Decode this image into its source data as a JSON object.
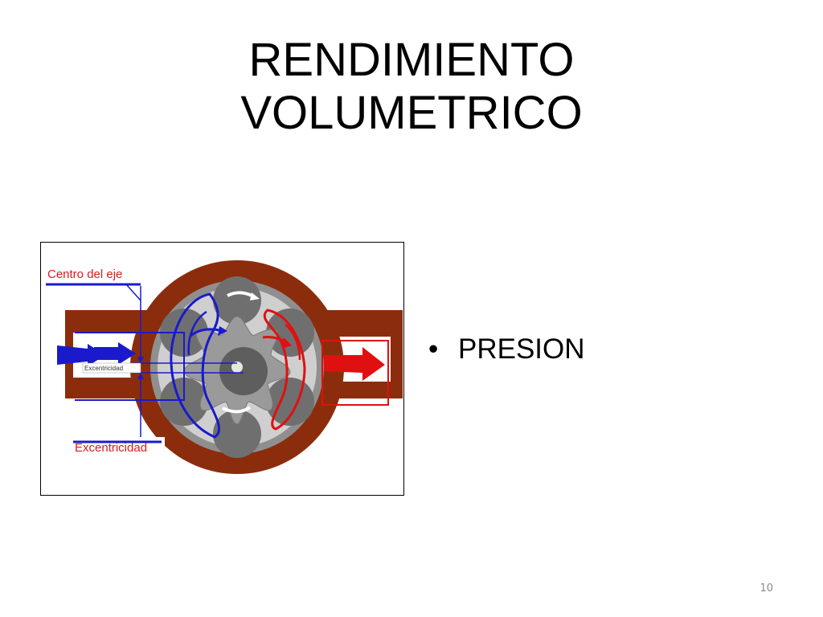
{
  "slide": {
    "title_lines": [
      "RENDIMIENTO",
      "VOLUMETRICO"
    ],
    "bullets": [
      "PRESION"
    ],
    "page_number": "10"
  },
  "figure": {
    "labels": {
      "shaft_center": "Centro del eje",
      "eccentricity_small": "Excentricidad",
      "eccentricity": "Excentricidad"
    },
    "colors": {
      "housing": "#8b2d0c",
      "inlet": "#1a1acc",
      "outlet": "#e01010",
      "rotor": "#8f8f8f",
      "label_red": "#d81c1c"
    }
  }
}
